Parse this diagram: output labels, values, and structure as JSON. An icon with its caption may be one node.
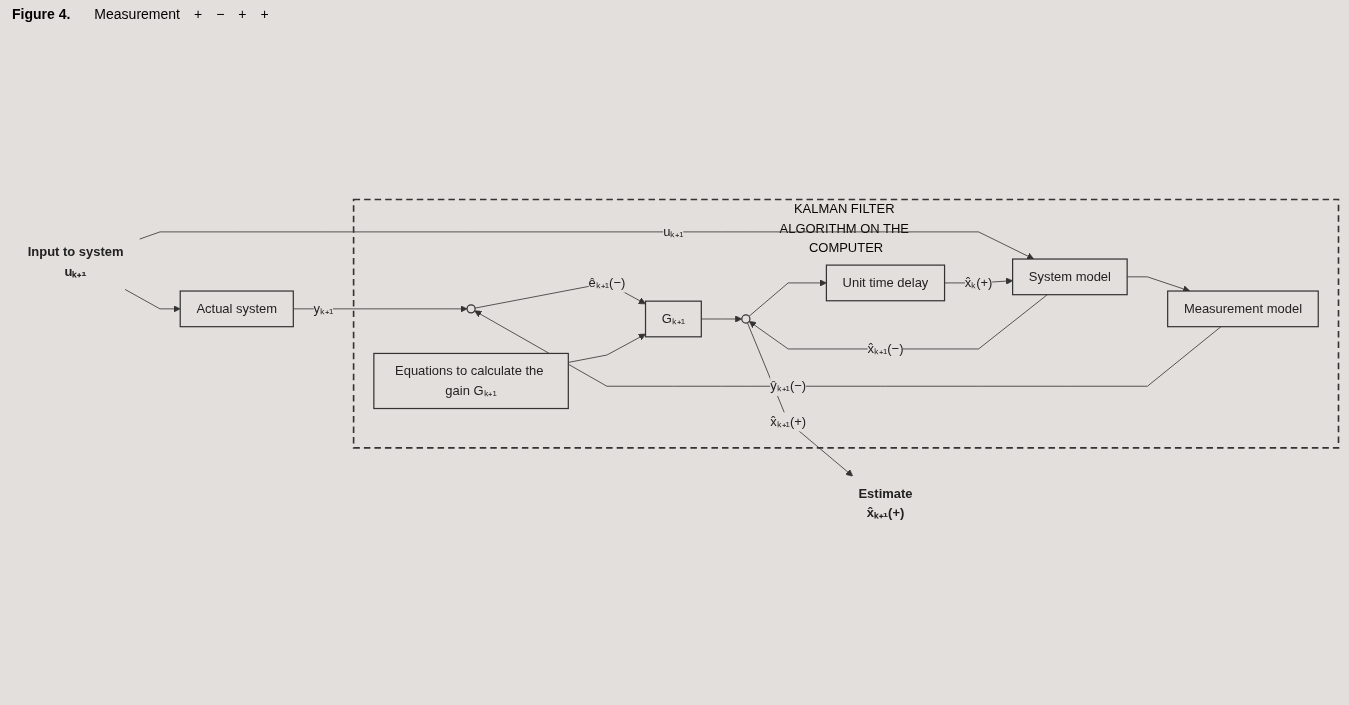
{
  "diagram": {
    "title": "Figure 4.",
    "nodes": [
      {
        "text": [
          "KALMAN FILTER ALGORITHM ON THE COMPUTER"
        ]
      },
      {
        "text": [
          "Input to system",
          "uₖ₊₁"
        ]
      },
      {
        "text": [
          "Actual system"
        ]
      },
      {
        "text": [],
        "shape": "circle",
        "in": 0
      },
      {
        "text": [
          "Equations to calculate the gain Gₖ₊₁"
        ],
        "in": 0
      },
      {
        "text": [
          "Gₖ₊₁"
        ],
        "in": 0
      },
      {
        "text": [],
        "shape": "circle",
        "in": 0
      },
      {
        "text": [
          "Measurement model"
        ],
        "in": 0
      },
      {
        "text": [
          "Unit time delay"
        ],
        "in": 0
      },
      {
        "text": [
          "System model"
        ],
        "in": 0
      },
      {
        "text": [
          "Estimate",
          "x̂ₖ₊₁(+)"
        ]
      }
    ],
    "edges": [
      {
        "from": 1,
        "to": 2,
        "arrow": "to"
      },
      {
        "from": 1,
        "to": 9,
        "arrow": "to",
        "label": "uₖ₊₁"
      },
      {
        "from": 2,
        "to": 3,
        "arrow": "to",
        "label": "yₖ₊₁"
      },
      {
        "from": 7,
        "to": 3,
        "arrow": "to",
        "label": "ŷₖ₊₁(−)"
      },
      {
        "from": 3,
        "to": 5,
        "arrow": "to",
        "label": "êₖ₊₁(−)"
      },
      {
        "from": 4,
        "to": 5,
        "arrow": "to"
      },
      {
        "from": 5,
        "to": 6,
        "arrow": "to"
      },
      {
        "from": 6,
        "to": 10,
        "arrow": "to",
        "label": "x̂ₖ₊₁(+)"
      },
      {
        "from": 6,
        "to": 8,
        "arrow": "to"
      },
      {
        "from": 8,
        "to": 9,
        "arrow": "to",
        "label": "x̂ₖ(+)"
      },
      {
        "from": 9,
        "to": 6,
        "arrow": "to",
        "label": "x̂ₖ₊₁(−)"
      },
      {
        "from": 9,
        "to": 7,
        "arrow": "to"
      }
    ],
    "labels": [
      "Measurement",
      "+",
      "−",
      "+",
      "+"
    ]
  }
}
